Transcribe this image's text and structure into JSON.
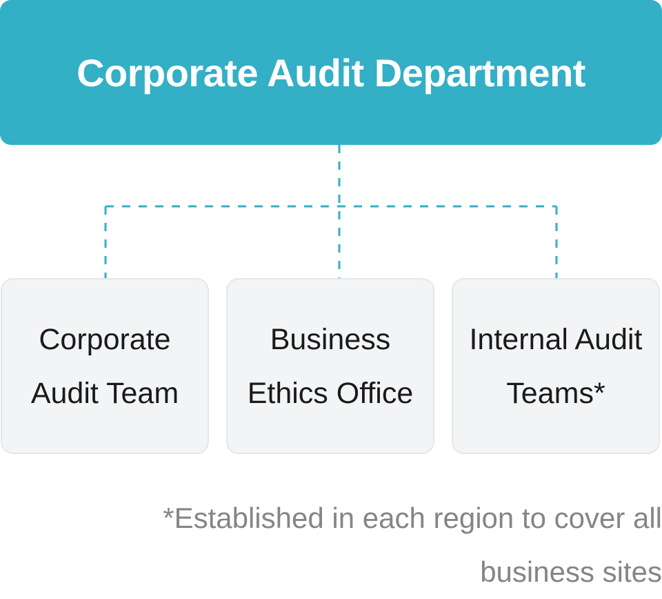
{
  "diagram": {
    "root": {
      "label": "Corporate Audit Department",
      "color": "#33afc6"
    },
    "children": [
      {
        "label": "Corporate\nAudit Team"
      },
      {
        "label": "Business\nEthics Office"
      },
      {
        "label": "Internal Audit\nTeams*"
      }
    ],
    "connector": {
      "style": "dashed",
      "color": "#33afc6"
    },
    "footnote": "*Established in each region to cover all business sites"
  }
}
